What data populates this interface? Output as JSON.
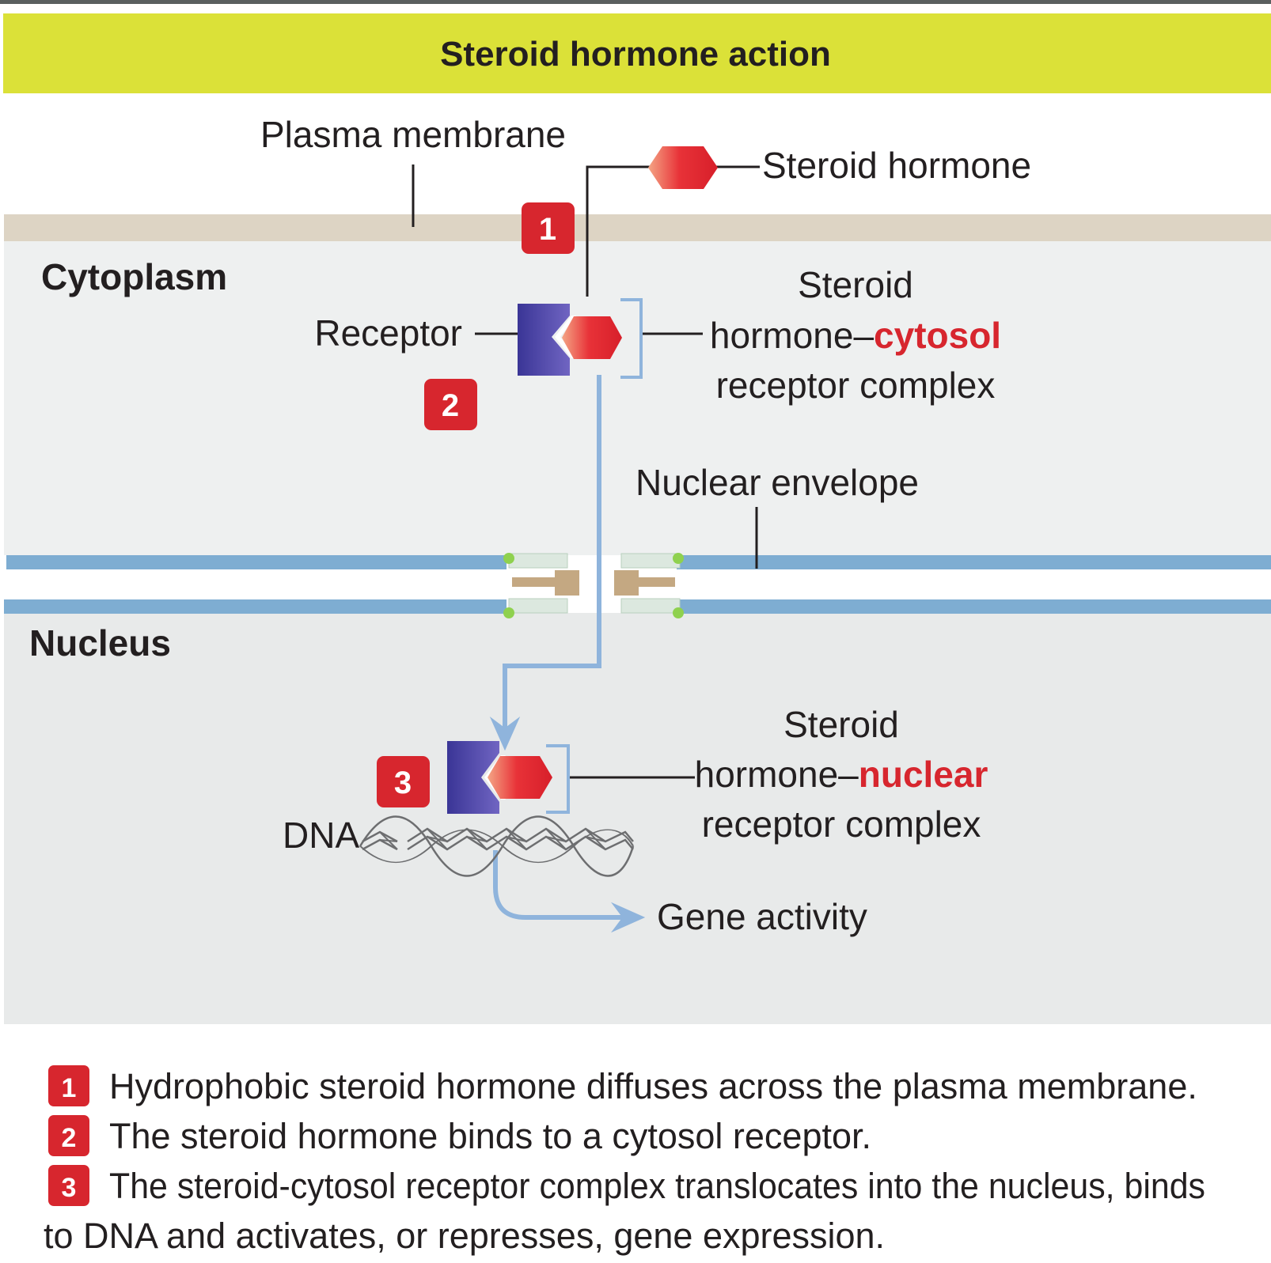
{
  "title": "Steroid hormone action",
  "labels": {
    "plasma_membrane": "Plasma membrane",
    "steroid_hormone": "Steroid hormone",
    "cytoplasm": "Cytoplasm",
    "receptor": "Receptor",
    "cytosol_complex": {
      "line1": "Steroid",
      "line2_prefix": "hormone–",
      "line2_highlight": "cytosol",
      "line3": "receptor complex"
    },
    "nuclear_envelope": "Nuclear envelope",
    "nucleus": "Nucleus",
    "nuclear_complex": {
      "line1": "Steroid",
      "line2_prefix": "hormone–",
      "line2_highlight": "nuclear",
      "line3": "receptor complex"
    },
    "dna": "DNA",
    "gene_activity": "Gene activity"
  },
  "steps": [
    {
      "number": "1",
      "text": "Hydrophobic steroid hormone diffuses across the plasma membrane."
    },
    {
      "number": "2",
      "text": "The steroid hormone binds to a cytosol receptor."
    },
    {
      "number": "3",
      "text": "The steroid-cytosol receptor complex translocates into the nucleus, binds",
      "continuation": "to DNA and activates, or represses, gene expression."
    }
  ],
  "colors": {
    "title_bar": "#dbe138",
    "membrane": "#ddd4c4",
    "cytoplasm": "#eef0f0",
    "nucleus": "#e8eaea",
    "envelope": "#7eadd2",
    "arrow": "#8fb4dc",
    "badge": "#d7262e",
    "highlight": "#d7262e",
    "receptor": "#4b3fa0",
    "hormone": "#e83238"
  }
}
